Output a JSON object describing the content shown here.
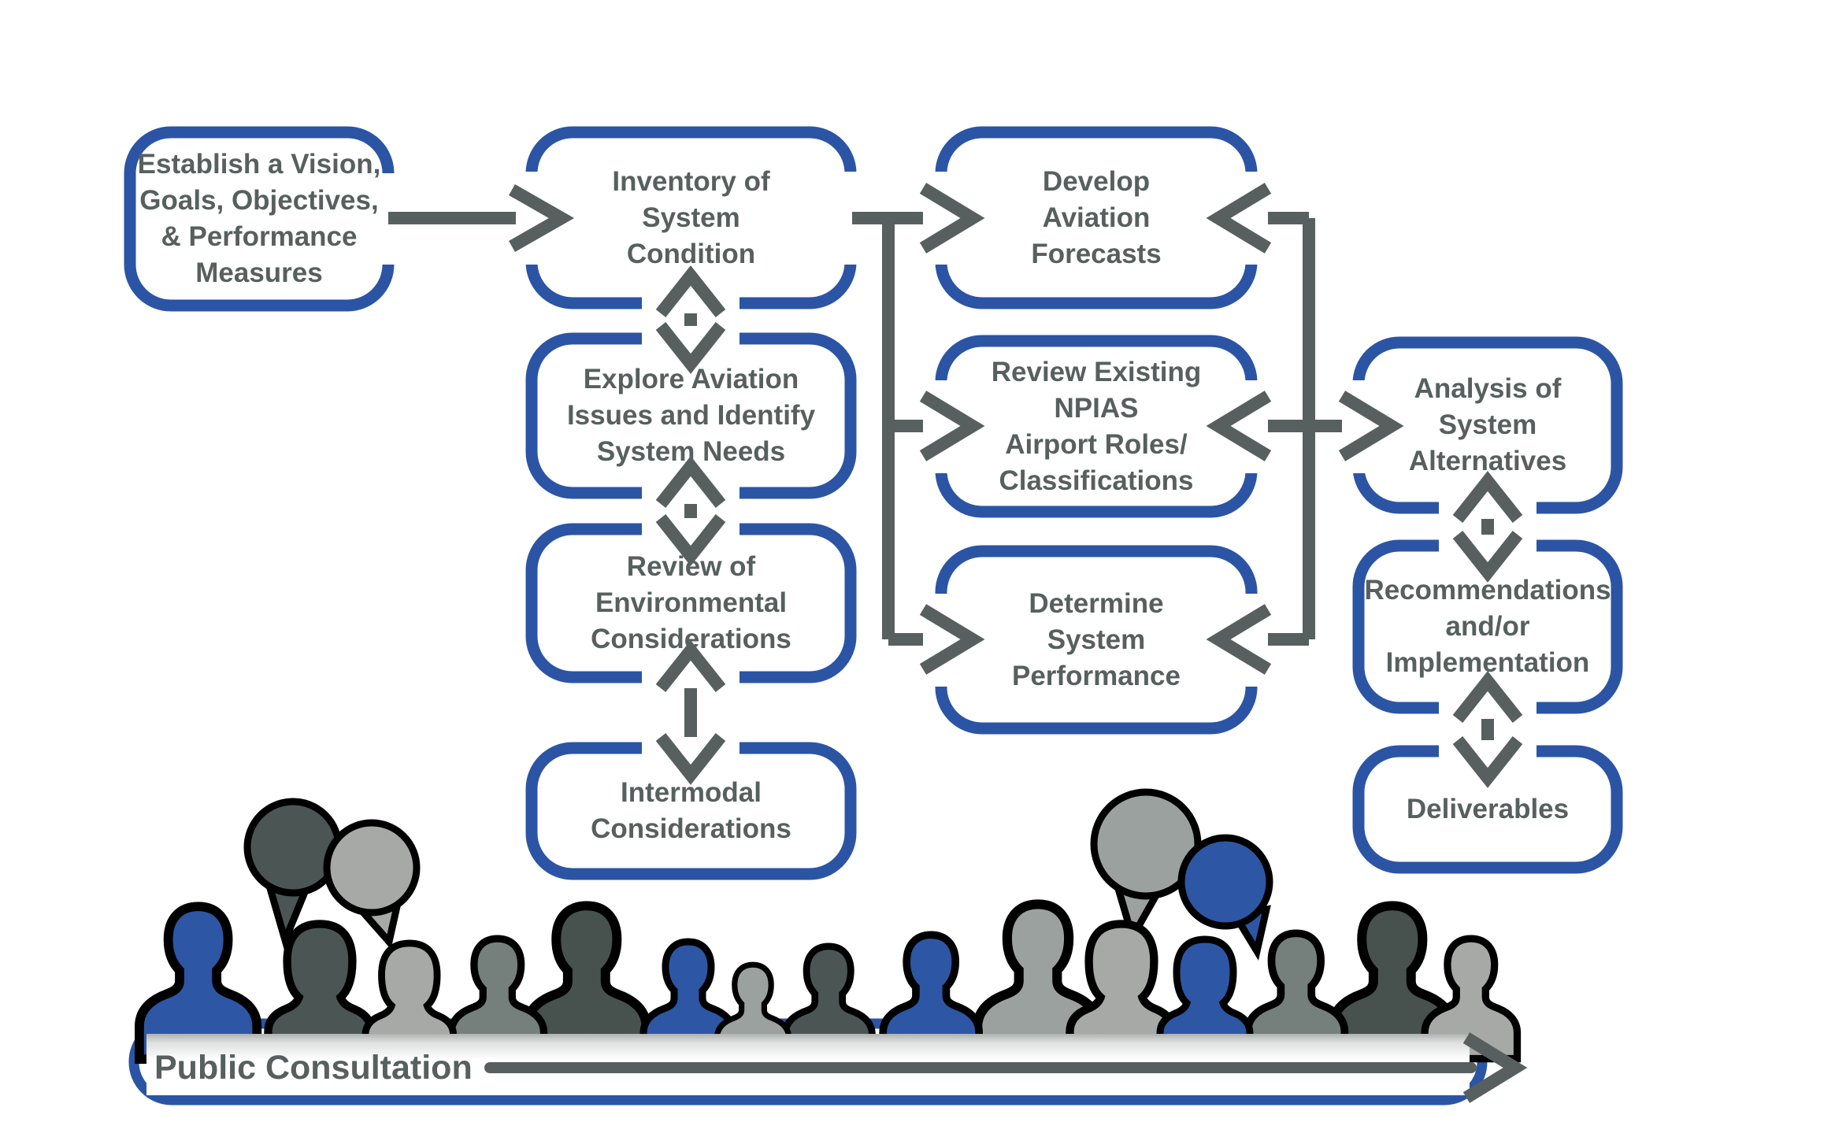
{
  "diagram": {
    "boxes": {
      "establish": {
        "label": "Establish a Vision,\nGoals, Objectives,\n& Performance\nMeasures"
      },
      "inventory": {
        "label": "Inventory of\nSystem\nCondition"
      },
      "develop": {
        "label": "Develop\nAviation\nForecasts"
      },
      "explore": {
        "label": "Explore Aviation\nIssues and Identify\nSystem Needs"
      },
      "npias": {
        "label": "Review Existing\nNPIAS\nAirport Roles/\nClassifications"
      },
      "environmental": {
        "label": "Review of\nEnvironmental\nConsiderations"
      },
      "determine": {
        "label": "Determine\nSystem\nPerformance"
      },
      "intermodal": {
        "label": "Intermodal\nConsiderations"
      },
      "analysis": {
        "label": "Analysis of\nSystem\nAlternatives"
      },
      "recommendations": {
        "label": "Recommendations\nand/or\nImplementation"
      },
      "deliverables": {
        "label": "Deliverables"
      }
    },
    "footer": {
      "label": "Public Consultation"
    },
    "colors": {
      "box_border": "#2b55a4",
      "connector_gray": "#57605e",
      "text_gray": "#57605e",
      "people_blue": "#2d56a5",
      "people_dark": "#47524f",
      "people_charcoal": "#4b5654",
      "people_mid_gray": "#75807d",
      "people_light_gray": "#a6a9a6",
      "people_silver": "#9aa19e",
      "outline_black": "#000000",
      "background": "#ffffff"
    },
    "people": {
      "count": 15,
      "speech_bubble_count": 4
    }
  }
}
